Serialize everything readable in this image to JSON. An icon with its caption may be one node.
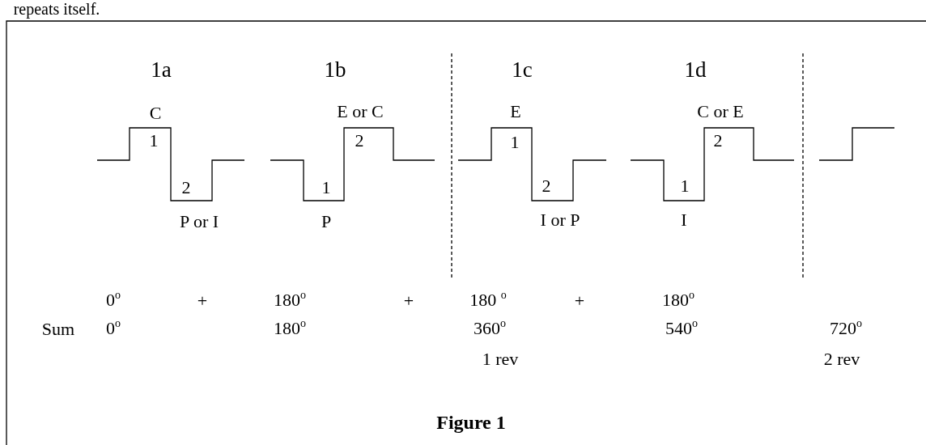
{
  "diagram": {
    "caption": "Figure 1",
    "labels": [
      "repeats itself.",
      "1a",
      "1b",
      "1c",
      "1d",
      "C",
      "1",
      "2",
      "P or I",
      "E or C",
      "2",
      "1",
      "P",
      "E",
      "1",
      "2",
      "I or P",
      "C or E",
      "2",
      "1",
      "I",
      "0$^{o}$",
      "+",
      "180$^{o}$",
      "+",
      "180 $^{o}$",
      "+",
      "180$^{o}$",
      "Sum",
      "0$^{o}$",
      "180$^{o}$",
      "360$^{o}$",
      "540$^{o}$",
      "720$^{o}$",
      "1 rev",
      "2 rev"
    ]
  }
}
